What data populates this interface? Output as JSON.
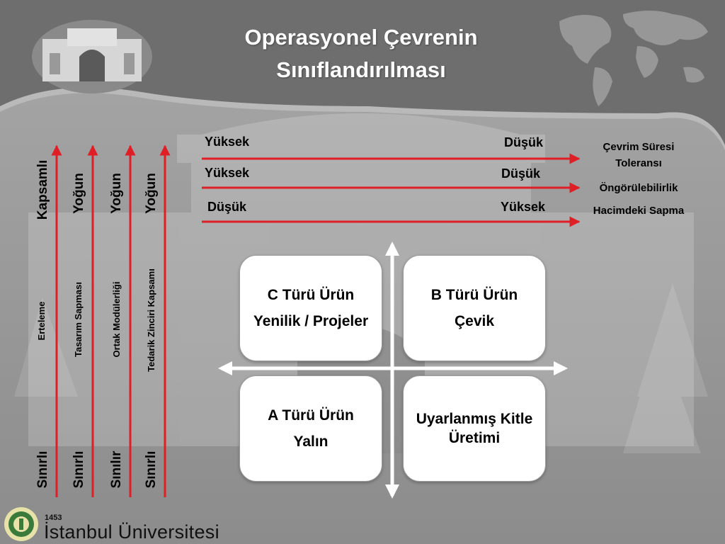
{
  "title": {
    "line1": "Operasyonel Çevrenin",
    "line2": "Sınıflandırılması"
  },
  "colors": {
    "arrow": "#e01e26",
    "header": "#6e6e6e",
    "background": "#9a9a9a",
    "box": "#ffffff"
  },
  "vertical_axes": [
    {
      "top": "Kapsamlı",
      "middle": "Erteleme",
      "bottom": "Sınırlı"
    },
    {
      "top": "Yoğun",
      "middle": "Tasarım Sapması",
      "bottom": "Sınırlı"
    },
    {
      "top": "Yoğun",
      "middle": "Ortak Modülerliği",
      "bottom": "Sınılır"
    },
    {
      "top": "Yoğun",
      "middle": "Tedarik Zinciri Kapsamı",
      "bottom": "Sınırlı"
    }
  ],
  "horizontal_axes": [
    {
      "left": "Yüksek",
      "right": "Düşük",
      "label": "Çevrim Süresi Toleransı"
    },
    {
      "left": "Yüksek",
      "right": "Düşük",
      "label": "Öngörülebilirlik"
    },
    {
      "left": "Düşük",
      "right": "Yüksek",
      "label": "Hacimdeki Sapma"
    }
  ],
  "quadrants": {
    "top_left": {
      "title": "C Türü Ürün",
      "subtitle": "Yenilik / Projeler"
    },
    "top_right": {
      "title": "B Türü Ürün",
      "subtitle": "Çevik"
    },
    "bottom_left": {
      "title": "A Türü Ürün",
      "subtitle": "Yalın"
    },
    "bottom_right": {
      "title": "",
      "subtitle": "Uyarlanmış Kitle Üretimi"
    }
  },
  "footer": {
    "year": "1453",
    "university": "İstanbul Üniversitesi"
  }
}
